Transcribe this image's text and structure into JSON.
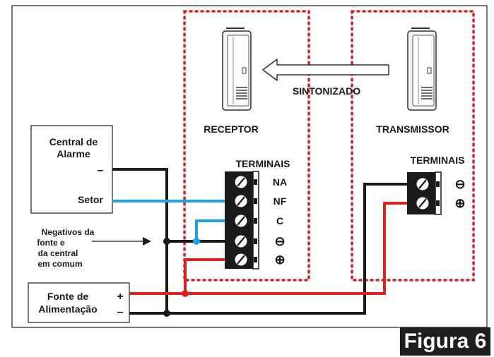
{
  "receiver": {
    "title": "RECEPTOR",
    "terminals_title": "TERMINAIS",
    "terminals": [
      "NA",
      "NF",
      "C",
      "⊖",
      "⊕"
    ]
  },
  "transmitter": {
    "title": "TRANSMISSOR",
    "terminals_title": "TERMINAIS",
    "terminals": [
      "⊖",
      "⊕"
    ]
  },
  "link_label": "SINTONIZADO",
  "alarm_panel": {
    "title_line1": "Central de",
    "title_line2": "Alarme",
    "minus": "–",
    "sector": "Setor"
  },
  "power_supply": {
    "title_line1": "Fonte de",
    "title_line2": "Alimentação",
    "plus": "+",
    "minus": "–"
  },
  "note": {
    "line1": "Negativos da",
    "line2": "fonte e",
    "line3": "da central",
    "line4": "em comum"
  },
  "figure_label": "Figura 6",
  "colors": {
    "negative_wire": "#1a1a1a",
    "positive_wire": "#e0201f",
    "signal_wire": "#1aa3e8",
    "dotted_border": "#d81f26",
    "badge": "#1e1e1e"
  }
}
